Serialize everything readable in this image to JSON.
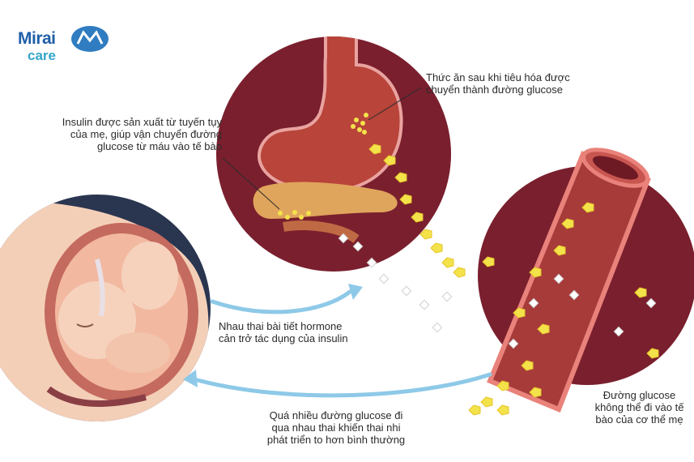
{
  "logo": {
    "word1": "Mirai",
    "word2": "care"
  },
  "labels": {
    "food_to_glucose": "Thức ăn sau khi tiêu hóa được\nchuyển thành đường glucose",
    "insulin": "Insulin được sản xuất từ tuyến tụy\ncủa mẹ, giúp vận chuyển đường\nglucose từ máu vào tế bào",
    "placenta_hormone": "Nhau thai bài tiết hormone\ncản trở tác dụng của insulin",
    "glucose_blocked": "Đường glucose\nkhông thể đi vào tế\nbào của cơ thể mẹ",
    "too_much_glucose": "Quá nhiều đường glucose đi\nqua nhau thai khiến thai nhi\nphát triển to hơn bình thường"
  },
  "colors": {
    "maroon": "#7a1f2e",
    "stomach": "#b8443a",
    "pancreas": "#e0a55c",
    "glucose_yellow": "#f3e24a",
    "arrow_blue": "#8ec9e8",
    "skin": "#f4cfb8",
    "dark_navy": "#2a3550"
  }
}
